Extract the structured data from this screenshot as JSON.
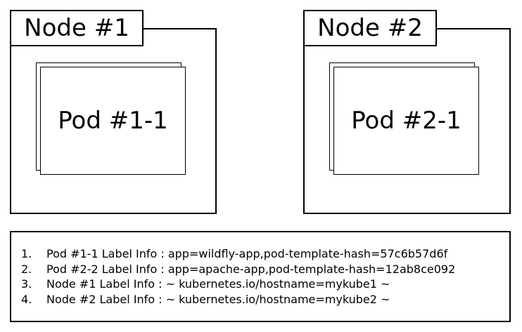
{
  "nodes": [
    {
      "title": "Node #1",
      "pod": "Pod #1-1"
    },
    {
      "title": "Node #2",
      "pod": "Pod #2-1"
    }
  ],
  "label_info": [
    {
      "num": "1.",
      "text": "Pod #1-1 Label Info : app=wildfly-app,pod-template-hash=57c6b57d6f"
    },
    {
      "num": "2.",
      "text": "Pod #2-2 Label Info : app=apache-app,pod-template-hash=12ab8ce092"
    },
    {
      "num": "3.",
      "text": "Node #1 Label Info : ~ kubernetes.io/hostname=mykube1 ~"
    },
    {
      "num": "4.",
      "text": "Node #2 Label Info : ~ kubernetes.io/hostname=mykube2 ~"
    }
  ]
}
